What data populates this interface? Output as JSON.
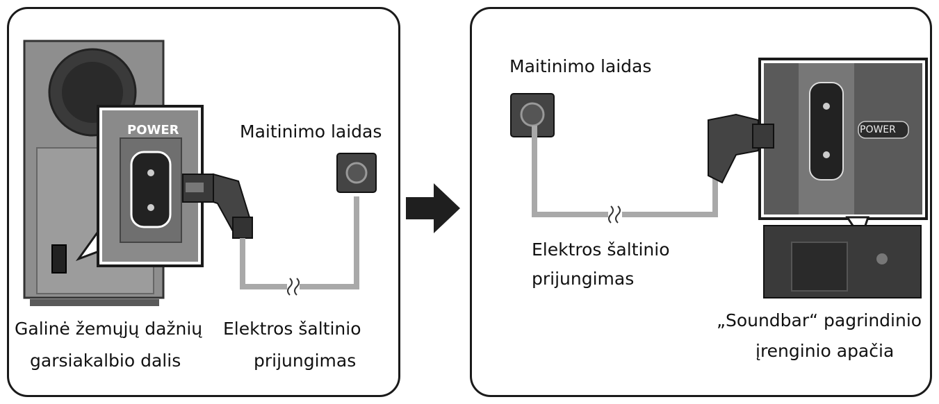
{
  "left_panel": {
    "power_label": "POWER",
    "power_cord_label": "Maitinimo laidas",
    "subwoofer_label_line1": "Galinė žemųjų dažnių",
    "subwoofer_label_line2": "garsiakalbio dalis",
    "power_connection_line1": "Elektros šaltinio",
    "power_connection_line2": "prijungimas"
  },
  "right_panel": {
    "power_cord_label": "Maitinimo laidas",
    "power_label": "POWER",
    "power_connection_line1": "Elektros šaltinio",
    "power_connection_line2": "prijungimas",
    "soundbar_label_line1": "„Soundbar“ pagrindinio",
    "soundbar_label_line2": "įrenginio apačia"
  },
  "icons": [
    "arrow-right-icon",
    "power-plug-icon",
    "power-socket-icon"
  ],
  "colors": {
    "outline": "#1a1a1a",
    "device_gray": "#9a9a9a",
    "dark": "#2b2b2b",
    "cable": "#a9a9a9"
  }
}
